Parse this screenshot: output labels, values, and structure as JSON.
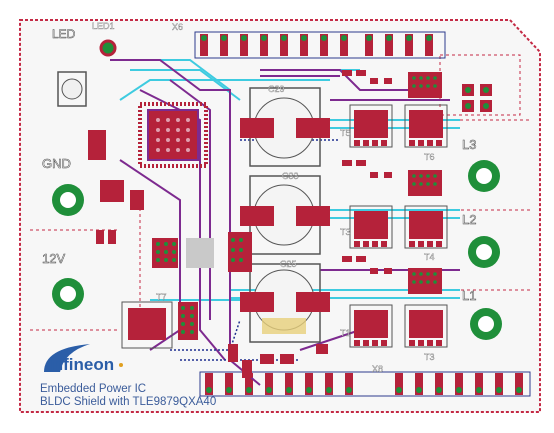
{
  "board": {
    "brand": "Infineon",
    "description_line1": "Embedded Power IC",
    "description_line2": "BLDC Shield with TLE9879QXA40"
  },
  "connectors": {
    "gnd": "GND",
    "v12": "12V",
    "l1": "L1",
    "l2": "L2",
    "l3": "L3"
  },
  "labels": {
    "led": "LED",
    "led1": "LED1",
    "x6": "X6",
    "x8": "X8",
    "c33": "C33",
    "c25": "C25",
    "c29": "C29",
    "t1": "T1",
    "t2": "T2",
    "t3": "T3",
    "t4": "T4",
    "t5": "T5",
    "t6": "T6",
    "t7": "T7"
  },
  "colors": {
    "pad": "#b5223a",
    "trace_purple": "#7d2a8f",
    "trace_cyan": "#3ecbe0",
    "trace_blue": "#1e2f8f",
    "hole": "#1f8f3a",
    "silk": "#dcdcdc",
    "outline": "#c42a45"
  }
}
